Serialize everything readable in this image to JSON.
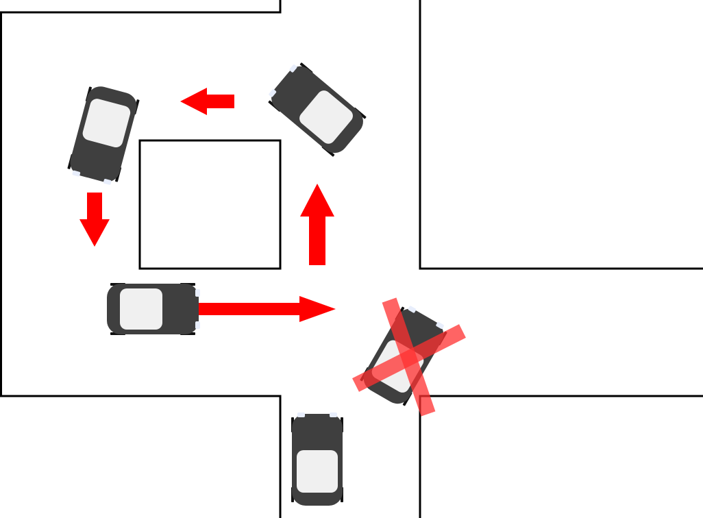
{
  "diagram": {
    "subject": "u-turn-around-block-at-intersection",
    "colors": {
      "background": "#ffffff",
      "road_edge": "#000000",
      "car_body": "#3f3f3f",
      "car_window": "#f0f0f0",
      "car_light": "#e8eefc",
      "arrow": "#ff0000",
      "prohibited_mark": "#ff3030"
    },
    "cars": [
      {
        "role": "u-turn-car-start",
        "heading": "east"
      },
      {
        "role": "u-turn-car-before-turn",
        "heading": "north"
      },
      {
        "role": "u-turn-car-turning-west",
        "heading": "west"
      },
      {
        "role": "u-turn-car-heading-south",
        "heading": "south"
      },
      {
        "role": "prohibited-car",
        "heading": "north-east",
        "crossed_out": true
      },
      {
        "role": "waiting-car",
        "heading": "north"
      }
    ],
    "arrows": [
      {
        "role": "path-straight-east",
        "direction": "east"
      },
      {
        "role": "path-north",
        "direction": "north"
      },
      {
        "role": "path-west",
        "direction": "west"
      },
      {
        "role": "path-south",
        "direction": "south"
      }
    ]
  }
}
